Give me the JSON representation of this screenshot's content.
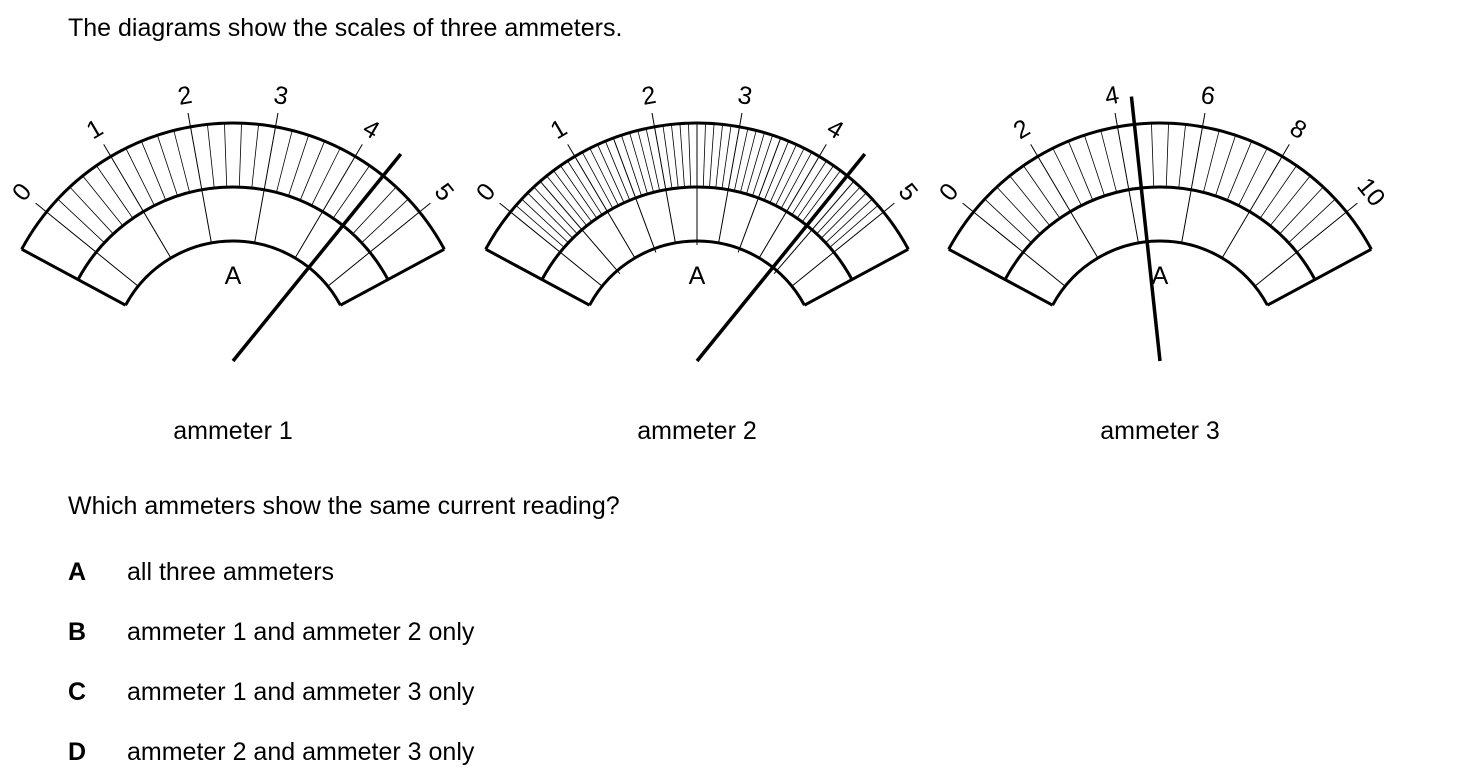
{
  "intro": "The diagrams show the scales of three ammeters.",
  "ammeters": [
    {
      "caption": "ammeter 1",
      "unit": "A",
      "max": 5,
      "labels": [
        "0",
        "1",
        "2",
        "3",
        "4",
        "5"
      ],
      "label_step": 1,
      "minor_step": 0.2,
      "mid_step": 0.5,
      "reading": 4.4
    },
    {
      "caption": "ammeter 2",
      "unit": "A",
      "max": 5,
      "labels": [
        "0",
        "1",
        "2",
        "3",
        "4",
        "5"
      ],
      "label_step": 1,
      "minor_step": 0.1,
      "mid_step": 0.5,
      "reading": 4.4
    },
    {
      "caption": "ammeter 3",
      "unit": "A",
      "max": 10,
      "labels": [
        "0",
        "2",
        "4",
        "6",
        "8",
        "10"
      ],
      "label_step": 2,
      "minor_step": 0.4,
      "mid_step": 1,
      "reading": 4.4
    }
  ],
  "question": "Which ammeters show the same current reading?",
  "options": [
    {
      "key": "A",
      "text": "all three ammeters"
    },
    {
      "key": "B",
      "text": "ammeter 1 and ammeter 2 only"
    },
    {
      "key": "C",
      "text": "ammeter 1 and ammeter 3 only"
    },
    {
      "key": "D",
      "text": "ammeter 2 and ammeter 3 only"
    }
  ]
}
